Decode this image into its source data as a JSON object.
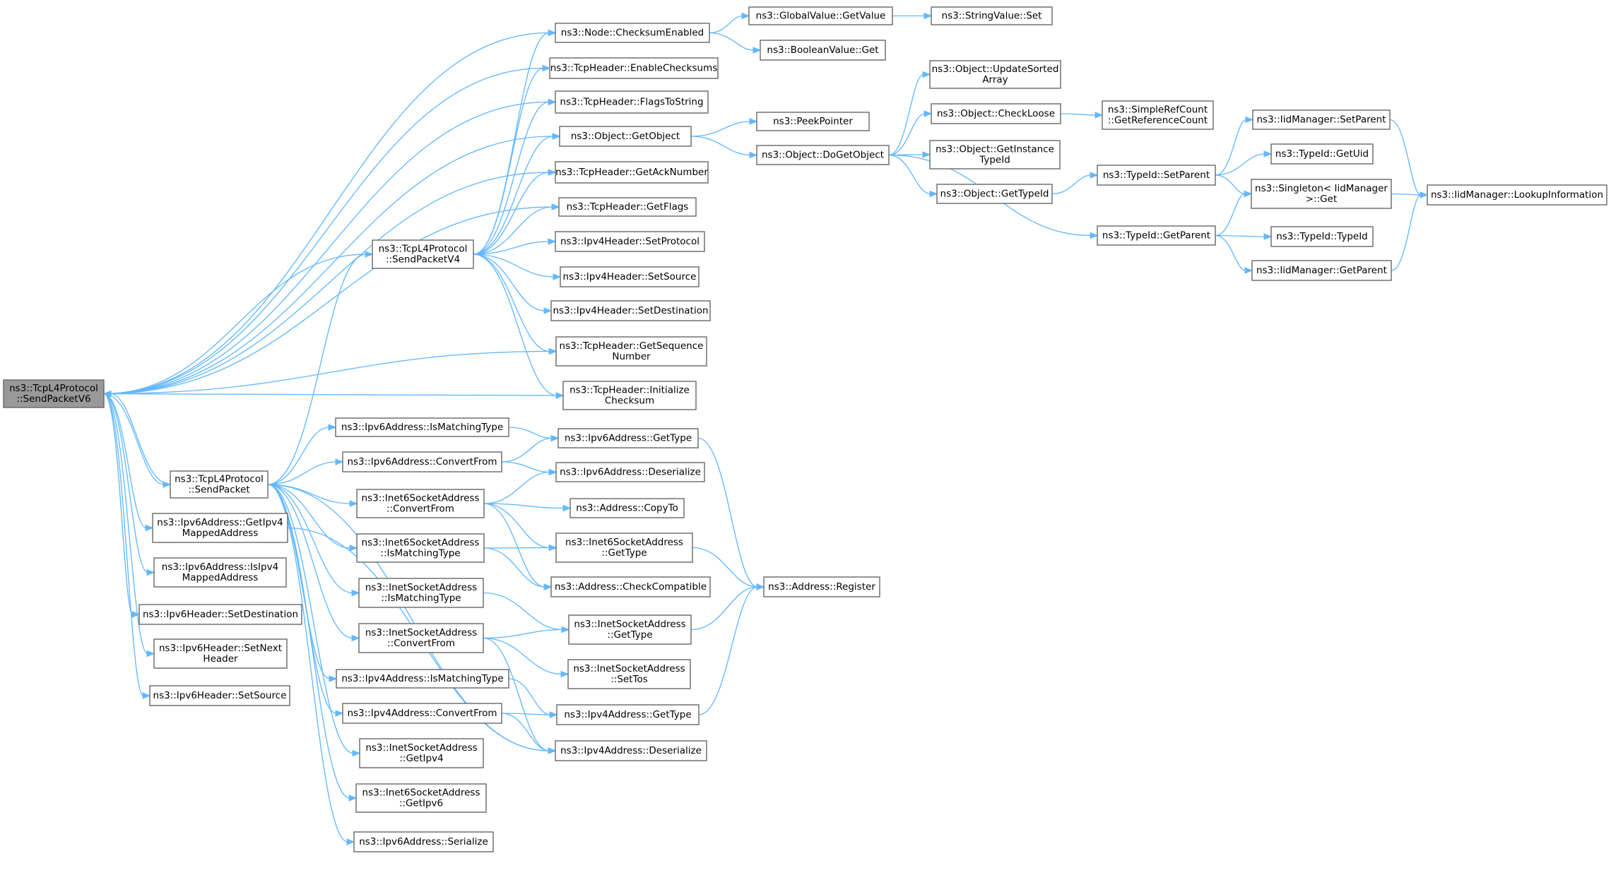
{
  "colors": {
    "edge": "#63b8ff",
    "node_border": "#666666",
    "root_fill": "#999999",
    "node_fill": "#ffffff"
  },
  "nodes": [
    {
      "id": "root",
      "lines": [
        "ns3::TcpL4Protocol",
        "::SendPacketV6"
      ],
      "root": true
    },
    {
      "id": "sendPacket",
      "lines": [
        "ns3::TcpL4Protocol",
        "::SendPacket"
      ]
    },
    {
      "id": "sendPacketV4",
      "lines": [
        "ns3::TcpL4Protocol",
        "::SendPacketV4"
      ]
    },
    {
      "id": "checksumEnabled",
      "lines": [
        "ns3::Node::ChecksumEnabled"
      ]
    },
    {
      "id": "gvGetValue",
      "lines": [
        "ns3::GlobalValue::GetValue"
      ]
    },
    {
      "id": "svSet",
      "lines": [
        "ns3::StringValue::Set"
      ]
    },
    {
      "id": "bvGet",
      "lines": [
        "ns3::BooleanValue::Get"
      ]
    },
    {
      "id": "enableChecksums",
      "lines": [
        "ns3::TcpHeader::EnableChecksums"
      ]
    },
    {
      "id": "flagsToString",
      "lines": [
        "ns3::TcpHeader::FlagsToString"
      ]
    },
    {
      "id": "getObject",
      "lines": [
        "ns3::Object::GetObject"
      ]
    },
    {
      "id": "peekPointer",
      "lines": [
        "ns3::PeekPointer"
      ]
    },
    {
      "id": "doGetObject",
      "lines": [
        "ns3::Object::DoGetObject"
      ]
    },
    {
      "id": "updateSorted",
      "lines": [
        "ns3::Object::UpdateSorted",
        "Array"
      ]
    },
    {
      "id": "checkLoose",
      "lines": [
        "ns3::Object::CheckLoose"
      ]
    },
    {
      "id": "getRefCount",
      "lines": [
        "ns3::SimpleRefCount",
        "::GetReferenceCount"
      ]
    },
    {
      "id": "getInstanceTypeId",
      "lines": [
        "ns3::Object::GetInstance",
        "TypeId"
      ]
    },
    {
      "id": "objGetTypeId",
      "lines": [
        "ns3::Object::GetTypeId"
      ]
    },
    {
      "id": "typeIdSetParent",
      "lines": [
        "ns3::TypeId::SetParent"
      ]
    },
    {
      "id": "typeIdGetParent",
      "lines": [
        "ns3::TypeId::GetParent"
      ]
    },
    {
      "id": "iidSetParent",
      "lines": [
        "ns3::IidManager::SetParent"
      ]
    },
    {
      "id": "typeIdGetUid",
      "lines": [
        "ns3::TypeId::GetUid"
      ]
    },
    {
      "id": "singletonGet",
      "lines": [
        "ns3::Singleton< IidManager",
        " >::Get"
      ]
    },
    {
      "id": "typeIdTypeId",
      "lines": [
        "ns3::TypeId::TypeId"
      ]
    },
    {
      "id": "iidGetParent",
      "lines": [
        "ns3::IidManager::GetParent"
      ]
    },
    {
      "id": "lookupInfo",
      "lines": [
        "ns3::IidManager::LookupInformation"
      ]
    },
    {
      "id": "getAckNumber",
      "lines": [
        "ns3::TcpHeader::GetAckNumber"
      ]
    },
    {
      "id": "getFlags",
      "lines": [
        "ns3::TcpHeader::GetFlags"
      ]
    },
    {
      "id": "ipv4SetProtocol",
      "lines": [
        "ns3::Ipv4Header::SetProtocol"
      ]
    },
    {
      "id": "ipv4SetSource",
      "lines": [
        "ns3::Ipv4Header::SetSource"
      ]
    },
    {
      "id": "ipv4SetDestination",
      "lines": [
        "ns3::Ipv4Header::SetDestination"
      ]
    },
    {
      "id": "getSequenceNumber",
      "lines": [
        "ns3::TcpHeader::GetSequence",
        "Number"
      ]
    },
    {
      "id": "initializeChecksum",
      "lines": [
        "ns3::TcpHeader::Initialize",
        "Checksum"
      ]
    },
    {
      "id": "ipv6IsMatchingType",
      "lines": [
        "ns3::Ipv6Address::IsMatchingType"
      ]
    },
    {
      "id": "ipv6GetType",
      "lines": [
        "ns3::Ipv6Address::GetType"
      ]
    },
    {
      "id": "ipv6ConvertFrom",
      "lines": [
        "ns3::Ipv6Address::ConvertFrom"
      ]
    },
    {
      "id": "ipv6Deserialize",
      "lines": [
        "ns3::Ipv6Address::Deserialize"
      ]
    },
    {
      "id": "inet6ConvertFrom",
      "lines": [
        "ns3::Inet6SocketAddress",
        "::ConvertFrom"
      ]
    },
    {
      "id": "addrCopyTo",
      "lines": [
        "ns3::Address::CopyTo"
      ]
    },
    {
      "id": "inet6GetType",
      "lines": [
        "ns3::Inet6SocketAddress",
        "::GetType"
      ]
    },
    {
      "id": "inet6IsMatchingType",
      "lines": [
        "ns3::Inet6SocketAddress",
        "::IsMatchingType"
      ]
    },
    {
      "id": "addrCheckCompatible",
      "lines": [
        "ns3::Address::CheckCompatible"
      ]
    },
    {
      "id": "addrRegister",
      "lines": [
        "ns3::Address::Register"
      ]
    },
    {
      "id": "inetIsMatchingType",
      "lines": [
        "ns3::InetSocketAddress",
        "::IsMatchingType"
      ]
    },
    {
      "id": "inetGetType",
      "lines": [
        "ns3::InetSocketAddress",
        "::GetType"
      ]
    },
    {
      "id": "inetConvertFrom",
      "lines": [
        "ns3::InetSocketAddress",
        "::ConvertFrom"
      ]
    },
    {
      "id": "inetSetTos",
      "lines": [
        "ns3::InetSocketAddress",
        "::SetTos"
      ]
    },
    {
      "id": "ipv4IsMatchingType",
      "lines": [
        "ns3::Ipv4Address::IsMatchingType"
      ]
    },
    {
      "id": "ipv4GetType",
      "lines": [
        "ns3::Ipv4Address::GetType"
      ]
    },
    {
      "id": "ipv4ConvertFrom",
      "lines": [
        "ns3::Ipv4Address::ConvertFrom"
      ]
    },
    {
      "id": "ipv4Deserialize",
      "lines": [
        "ns3::Ipv4Address::Deserialize"
      ]
    },
    {
      "id": "inetGetIpv4",
      "lines": [
        "ns3::InetSocketAddress",
        "::GetIpv4"
      ]
    },
    {
      "id": "inet6GetIpv6",
      "lines": [
        "ns3::Inet6SocketAddress",
        "::GetIpv6"
      ]
    },
    {
      "id": "ipv6Serialize",
      "lines": [
        "ns3::Ipv6Address::Serialize"
      ]
    },
    {
      "id": "getIpv4Mapped",
      "lines": [
        "ns3::Ipv6Address::GetIpv4",
        "MappedAddress"
      ]
    },
    {
      "id": "isIpv4Mapped",
      "lines": [
        "ns3::Ipv6Address::IsIpv4",
        "MappedAddress"
      ]
    },
    {
      "id": "ipv6HSetDest",
      "lines": [
        "ns3::Ipv6Header::SetDestination"
      ]
    },
    {
      "id": "ipv6HSetNext",
      "lines": [
        "ns3::Ipv6Header::SetNext",
        "Header"
      ]
    },
    {
      "id": "ipv6HSetSource",
      "lines": [
        "ns3::Ipv6Header::SetSource"
      ]
    }
  ],
  "edges": [
    [
      "root",
      "checksumEnabled"
    ],
    [
      "root",
      "enableChecksums"
    ],
    [
      "root",
      "flagsToString"
    ],
    [
      "root",
      "getObject"
    ],
    [
      "root",
      "getAckNumber"
    ],
    [
      "root",
      "getFlags"
    ],
    [
      "root",
      "sendPacketV4"
    ],
    [
      "root",
      "getSequenceNumber"
    ],
    [
      "root",
      "initializeChecksum"
    ],
    [
      "root",
      "sendPacket"
    ],
    [
      "root",
      "getIpv4Mapped"
    ],
    [
      "root",
      "isIpv4Mapped"
    ],
    [
      "root",
      "ipv6HSetDest"
    ],
    [
      "root",
      "ipv6HSetNext"
    ],
    [
      "root",
      "ipv6HSetSource"
    ],
    [
      "sendPacket",
      "root"
    ],
    [
      "sendPacket",
      "sendPacketV4"
    ],
    [
      "sendPacket",
      "ipv6IsMatchingType"
    ],
    [
      "sendPacket",
      "ipv6ConvertFrom"
    ],
    [
      "sendPacket",
      "inet6ConvertFrom"
    ],
    [
      "sendPacket",
      "inet6IsMatchingType"
    ],
    [
      "sendPacket",
      "inetIsMatchingType"
    ],
    [
      "sendPacket",
      "inetConvertFrom"
    ],
    [
      "sendPacket",
      "ipv4IsMatchingType"
    ],
    [
      "sendPacket",
      "ipv4ConvertFrom"
    ],
    [
      "sendPacket",
      "inetGetIpv4"
    ],
    [
      "sendPacket",
      "inet6GetIpv6"
    ],
    [
      "sendPacket",
      "ipv6Serialize"
    ],
    [
      "sendPacket",
      "ipv4Deserialize"
    ],
    [
      "sendPacketV4",
      "checksumEnabled"
    ],
    [
      "sendPacketV4",
      "enableChecksums"
    ],
    [
      "sendPacketV4",
      "flagsToString"
    ],
    [
      "sendPacketV4",
      "getObject"
    ],
    [
      "sendPacketV4",
      "getAckNumber"
    ],
    [
      "sendPacketV4",
      "getFlags"
    ],
    [
      "sendPacketV4",
      "ipv4SetProtocol"
    ],
    [
      "sendPacketV4",
      "ipv4SetSource"
    ],
    [
      "sendPacketV4",
      "ipv4SetDestination"
    ],
    [
      "sendPacketV4",
      "getSequenceNumber"
    ],
    [
      "sendPacketV4",
      "initializeChecksum"
    ],
    [
      "checksumEnabled",
      "gvGetValue"
    ],
    [
      "checksumEnabled",
      "bvGet"
    ],
    [
      "gvGetValue",
      "svSet"
    ],
    [
      "getObject",
      "peekPointer"
    ],
    [
      "getObject",
      "doGetObject"
    ],
    [
      "doGetObject",
      "updateSorted"
    ],
    [
      "doGetObject",
      "checkLoose"
    ],
    [
      "doGetObject",
      "getInstanceTypeId"
    ],
    [
      "doGetObject",
      "objGetTypeId"
    ],
    [
      "doGetObject",
      "typeIdGetParent"
    ],
    [
      "checkLoose",
      "getRefCount"
    ],
    [
      "objGetTypeId",
      "typeIdSetParent"
    ],
    [
      "typeIdSetParent",
      "iidSetParent"
    ],
    [
      "typeIdSetParent",
      "typeIdGetUid"
    ],
    [
      "typeIdSetParent",
      "singletonGet"
    ],
    [
      "typeIdGetParent",
      "singletonGet"
    ],
    [
      "typeIdGetParent",
      "typeIdTypeId"
    ],
    [
      "typeIdGetParent",
      "iidGetParent"
    ],
    [
      "iidSetParent",
      "lookupInfo"
    ],
    [
      "singletonGet",
      "lookupInfo"
    ],
    [
      "iidGetParent",
      "lookupInfo"
    ],
    [
      "ipv6IsMatchingType",
      "ipv6GetType"
    ],
    [
      "ipv6ConvertFrom",
      "ipv6GetType"
    ],
    [
      "ipv6ConvertFrom",
      "ipv6Deserialize"
    ],
    [
      "ipv6GetType",
      "addrRegister"
    ],
    [
      "inet6ConvertFrom",
      "ipv6Deserialize"
    ],
    [
      "inet6ConvertFrom",
      "addrCopyTo"
    ],
    [
      "inet6ConvertFrom",
      "inet6GetType"
    ],
    [
      "inet6ConvertFrom",
      "addrCheckCompatible"
    ],
    [
      "inet6IsMatchingType",
      "inet6GetType"
    ],
    [
      "inet6IsMatchingType",
      "addrCheckCompatible"
    ],
    [
      "inet6GetType",
      "addrRegister"
    ],
    [
      "inetIsMatchingType",
      "inetGetType"
    ],
    [
      "inetConvertFrom",
      "inetGetType"
    ],
    [
      "inetConvertFrom",
      "inetSetTos"
    ],
    [
      "inetConvertFrom",
      "ipv4Deserialize"
    ],
    [
      "inetGetType",
      "addrRegister"
    ],
    [
      "ipv4IsMatchingType",
      "ipv4GetType"
    ],
    [
      "ipv4ConvertFrom",
      "ipv4GetType"
    ],
    [
      "ipv4ConvertFrom",
      "ipv4Deserialize"
    ],
    [
      "ipv4GetType",
      "addrRegister"
    ],
    [
      "getIpv4Mapped",
      "ipv4Deserialize"
    ]
  ]
}
